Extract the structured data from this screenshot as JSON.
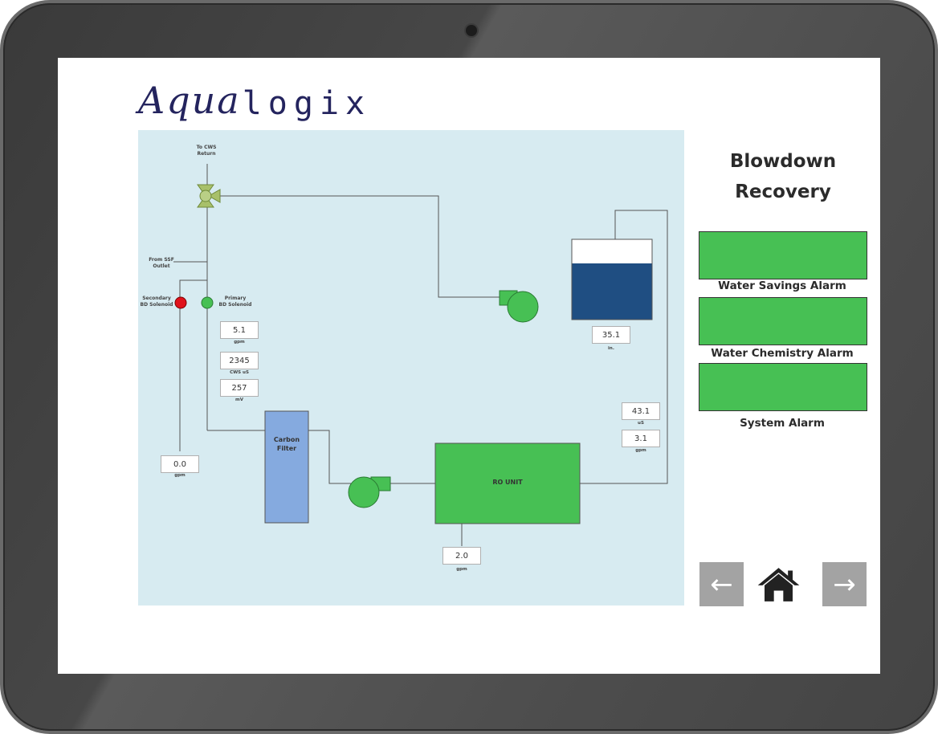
{
  "app": {
    "brand_script": "Aqua",
    "brand_mono": "logix"
  },
  "panel": {
    "title_line1": "Blowdown",
    "title_line2": "Recovery"
  },
  "alarms": [
    {
      "label": "Water Savings Alarm",
      "status_color": "#47c054"
    },
    {
      "label": "Water Chemistry Alarm",
      "status_color": "#47c054"
    },
    {
      "label": "System Alarm",
      "status_color": "#47c054"
    }
  ],
  "nav": {
    "back_icon": "←",
    "home_icon": "home-icon",
    "forward_icon": "→"
  },
  "diagram": {
    "labels": {
      "to_cws_line1": "To CWS",
      "to_cws_line2": "Return",
      "from_ssf_line1": "From SSF",
      "from_ssf_line2": "Outlet",
      "secondary_line1": "Secondary",
      "secondary_line2": "BD Solenoid",
      "primary_line1": "Primary",
      "primary_line2": "BD Solenoid",
      "carbon_line1": "Carbon",
      "carbon_line2": "Filter",
      "ro_unit": "RO UNIT"
    },
    "readings": {
      "flow_primary": {
        "value": "5.1",
        "unit": "gpm"
      },
      "cws_conductivity": {
        "value": "2345",
        "unit": "CWS uS"
      },
      "orp": {
        "value": "257",
        "unit": "mV"
      },
      "tank_level": {
        "value": "35.1",
        "unit": "in."
      },
      "permeate_conductivity": {
        "value": "43.1",
        "unit": "uS"
      },
      "permeate_flow": {
        "value": "3.1",
        "unit": "gpm"
      },
      "secondary_flow": {
        "value": "0.0",
        "unit": "gpm"
      },
      "reject_flow": {
        "value": "2.0",
        "unit": "gpm"
      }
    },
    "tank_fill_fraction": 0.7,
    "colors": {
      "solenoid_secondary": "#e0121b",
      "solenoid_primary": "#47c054",
      "valve": "#a8c06a",
      "pump": "#47c054",
      "tank_water": "#1f4e82",
      "carbon_filter": "#85aadf",
      "ro_unit": "#47c054"
    }
  }
}
